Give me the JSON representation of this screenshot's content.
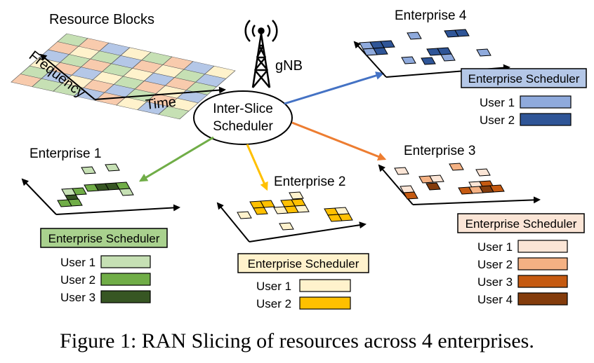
{
  "resource_blocks": {
    "title": "Resource Blocks",
    "axis_x": "Time",
    "axis_y": "Frequency",
    "grid_colors": [
      [
        "#c6e0b4",
        "#f8cbad",
        "#b4c7e7",
        "#fff2cc",
        "#c6e0b4",
        "#f8cbad",
        "#b4c7e7",
        "#fff2cc"
      ],
      [
        "#f8cbad",
        "#fff2cc",
        "#c6e0b4",
        "#b4c7e7",
        "#f8cbad",
        "#fff2cc",
        "#c6e0b4",
        "#b4c7e7"
      ],
      [
        "#b4c7e7",
        "#c6e0b4",
        "#f8cbad",
        "#c6e0b4",
        "#fff2cc",
        "#b4c7e7",
        "#f8cbad",
        "#c6e0b4"
      ],
      [
        "#fff2cc",
        "#f8cbad",
        "#b4c7e7",
        "#fff2cc",
        "#c6e0b4",
        "#f8cbad",
        "#fff2cc",
        "#b4c7e7"
      ],
      [
        "#c6e0b4",
        "#b4c7e7",
        "#fff2cc",
        "#f8cbad",
        "#b4c7e7",
        "#c6e0b4",
        "#f8cbad",
        "#fff2cc"
      ],
      [
        "#f8cbad",
        "#c6e0b4",
        "#c6e0b4",
        "#b4c7e7",
        "#f8cbad",
        "#fff2cc",
        "#b4c7e7",
        "#c6e0b4"
      ]
    ]
  },
  "gnb_label": "gNB",
  "inter_slice": {
    "line1": "Inter-Slice",
    "line2": "Scheduler"
  },
  "enterprise_1": {
    "title": "Enterprise 1",
    "arrow_color": "#70ad47",
    "scheduler_label": "Enterprise Scheduler",
    "scheduler_fill": "#a9d18e",
    "users": [
      {
        "label": "User 1",
        "color": "#c6e0b4"
      },
      {
        "label": "User 2",
        "color": "#70ad47"
      },
      {
        "label": "User 3",
        "color": "#375623"
      }
    ]
  },
  "enterprise_2": {
    "title": "Enterprise 2",
    "arrow_color": "#ffc000",
    "scheduler_label": "Enterprise Scheduler",
    "scheduler_fill": "#fff2cc",
    "users": [
      {
        "label": "User 1",
        "color": "#fff2cc"
      },
      {
        "label": "User 2",
        "color": "#ffc000"
      }
    ]
  },
  "enterprise_3": {
    "title": "Enterprise 3",
    "arrow_color": "#ed7d31",
    "scheduler_label": "Enterprise Scheduler",
    "scheduler_fill": "#fbe5d6",
    "users": [
      {
        "label": "User 1",
        "color": "#fbe5d6"
      },
      {
        "label": "User 2",
        "color": "#f4b183"
      },
      {
        "label": "User 3",
        "color": "#c55a11"
      },
      {
        "label": "User 4",
        "color": "#843c0c"
      }
    ]
  },
  "enterprise_4": {
    "title": "Enterprise 4",
    "arrow_color": "#4472c4",
    "scheduler_label": "Enterprise Scheduler",
    "scheduler_fill": "#b4c7e7",
    "users": [
      {
        "label": "User 1",
        "color": "#8faadc"
      },
      {
        "label": "User 2",
        "color": "#2f5597"
      }
    ]
  },
  "caption": "Figure 1: RAN Slicing of resources across 4 enterprises."
}
